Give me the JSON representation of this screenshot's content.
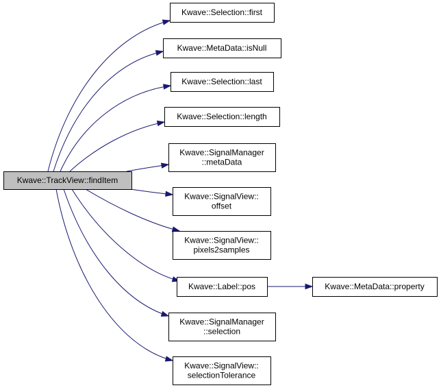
{
  "graph": {
    "root": {
      "id": "findItem",
      "lines": [
        "Kwave::TrackView::findItem"
      ]
    },
    "nodes": [
      {
        "id": "sel_first",
        "lines": [
          "Kwave::Selection::first"
        ]
      },
      {
        "id": "md_isnull",
        "lines": [
          "Kwave::MetaData::isNull"
        ]
      },
      {
        "id": "sel_last",
        "lines": [
          "Kwave::Selection::last"
        ]
      },
      {
        "id": "sel_length",
        "lines": [
          "Kwave::Selection::length"
        ]
      },
      {
        "id": "sm_metadata",
        "lines": [
          "Kwave::SignalManager",
          "::metaData"
        ]
      },
      {
        "id": "sv_offset",
        "lines": [
          "Kwave::SignalView::",
          "offset"
        ]
      },
      {
        "id": "sv_pixels2samples",
        "lines": [
          "Kwave::SignalView::",
          "pixels2samples"
        ]
      },
      {
        "id": "label_pos",
        "lines": [
          "Kwave::Label::pos"
        ]
      },
      {
        "id": "md_property",
        "lines": [
          "Kwave::MetaData::property"
        ]
      },
      {
        "id": "sm_selection",
        "lines": [
          "Kwave::SignalManager",
          "::selection"
        ]
      },
      {
        "id": "sv_seltol",
        "lines": [
          "Kwave::SignalView::",
          "selectionTolerance"
        ]
      }
    ],
    "edges": [
      {
        "from": "findItem",
        "to": "sel_first"
      },
      {
        "from": "findItem",
        "to": "md_isnull"
      },
      {
        "from": "findItem",
        "to": "sel_last"
      },
      {
        "from": "findItem",
        "to": "sel_length"
      },
      {
        "from": "findItem",
        "to": "sm_metadata"
      },
      {
        "from": "findItem",
        "to": "sv_offset"
      },
      {
        "from": "findItem",
        "to": "sv_pixels2samples"
      },
      {
        "from": "findItem",
        "to": "label_pos"
      },
      {
        "from": "findItem",
        "to": "sm_selection"
      },
      {
        "from": "findItem",
        "to": "sv_seltol"
      },
      {
        "from": "label_pos",
        "to": "md_property"
      }
    ]
  }
}
